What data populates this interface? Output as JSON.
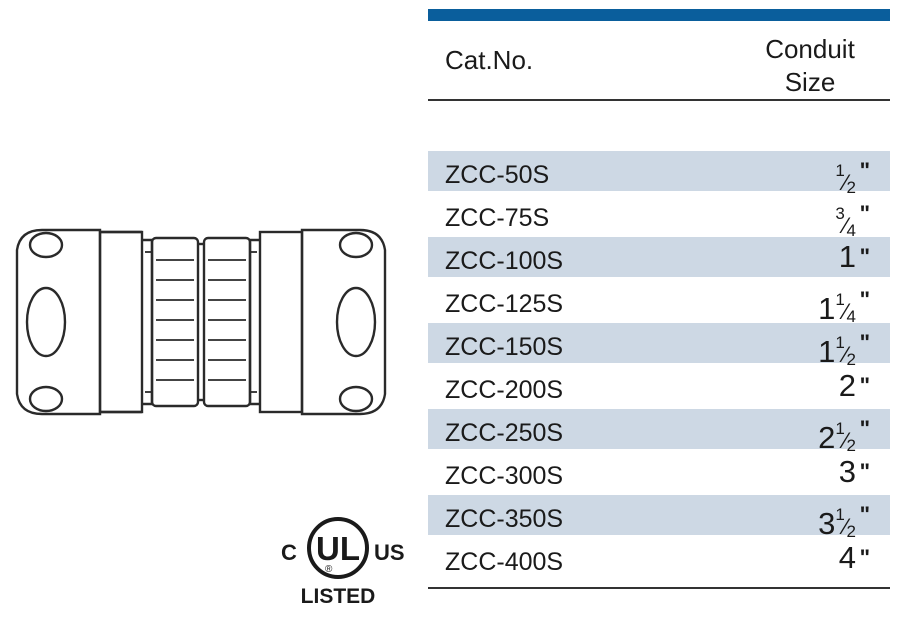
{
  "table": {
    "accent_color": "#0a5e9c",
    "stripe_color": "#cdd8e4",
    "header": {
      "cat_no": "Cat.No.",
      "conduit_size_line1": "Conduit",
      "conduit_size_line2": "Size"
    },
    "rows": [
      {
        "cat": "ZCC-50S",
        "whole": "",
        "num": "1",
        "den": "2",
        "inch": "\"",
        "striped": true
      },
      {
        "cat": "ZCC-75S",
        "whole": "",
        "num": "3",
        "den": "4",
        "inch": "\"",
        "striped": false
      },
      {
        "cat": "ZCC-100S",
        "whole": "1",
        "num": "",
        "den": "",
        "inch": "\"",
        "striped": true
      },
      {
        "cat": "ZCC-125S",
        "whole": "1",
        "num": "1",
        "den": "4",
        "inch": "\"",
        "striped": false
      },
      {
        "cat": "ZCC-150S",
        "whole": "1",
        "num": "1",
        "den": "2",
        "inch": "\"",
        "striped": true
      },
      {
        "cat": "ZCC-200S",
        "whole": "2",
        "num": "",
        "den": "",
        "inch": "\"",
        "striped": false
      },
      {
        "cat": "ZCC-250S",
        "whole": "2",
        "num": "1",
        "den": "2",
        "inch": "\"",
        "striped": true
      },
      {
        "cat": "ZCC-300S",
        "whole": "3",
        "num": "",
        "den": "",
        "inch": "\"",
        "striped": false
      },
      {
        "cat": "ZCC-350S",
        "whole": "3",
        "num": "1",
        "den": "2",
        "inch": "\"",
        "striped": true
      },
      {
        "cat": "ZCC-400S",
        "whole": "4",
        "num": "",
        "den": "",
        "inch": "\"",
        "striped": false
      }
    ]
  },
  "certification": {
    "left": "C",
    "mark": "UL",
    "registered": "®",
    "right": "US",
    "listed": "LISTED"
  },
  "drawing": {
    "subject": "compression-coupling"
  }
}
